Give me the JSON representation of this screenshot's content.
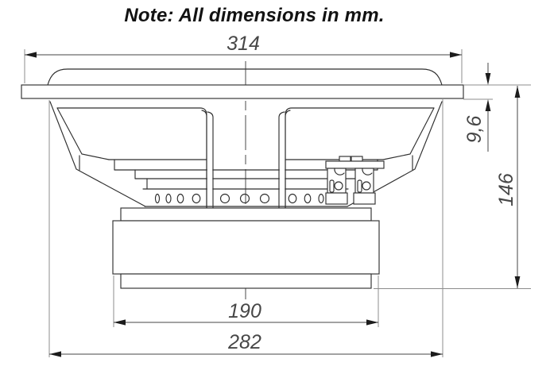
{
  "note": "Note:  All dimensions in mm.",
  "units": "mm",
  "drawing": "speaker-cross-section",
  "dimensions": {
    "overall_width": "314",
    "flange_thickness": "9,6",
    "overall_height": "146",
    "magnet_diameter": "190",
    "basket_width": "282"
  },
  "colors": {
    "background": "#ffffff",
    "structure_line": "#2f2f2f",
    "dimension_line": "#454545",
    "extension_line": "#8c8c8c",
    "dimension_text": "#474747",
    "title_text": "#121212"
  }
}
